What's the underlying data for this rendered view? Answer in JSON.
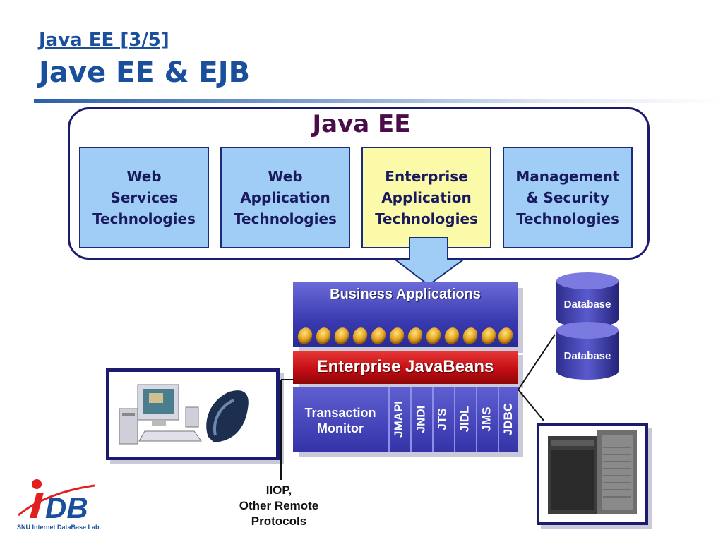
{
  "slide": {
    "subtitle": "Java EE [3/5]",
    "title": "Jave EE & EJB"
  },
  "javaee": {
    "label": "Java EE",
    "technologies": [
      "Web\nServices\nTechnologies",
      "Web\nApplication\nTechnologies",
      "Enterprise\nApplication\nTechnologies",
      "Management\n& Security\nTechnologies"
    ]
  },
  "stack": {
    "business_applications": "Business Applications",
    "enterprise_javabeans": "Enterprise JavaBeans",
    "transaction_monitor": "Transaction\nMonitor",
    "apis": [
      "JMAPI",
      "JNDI",
      "JTS",
      "JIDL",
      "JMS",
      "JDBC"
    ]
  },
  "databases": [
    "Database",
    "Database"
  ],
  "client": {
    "protocol_label": "IIOP,\nOther Remote\nProtocols"
  },
  "logo": {
    "text": "DB",
    "caption": "SNU Internet DataBase Lab."
  },
  "colors": {
    "title_blue": "#1a4f9b",
    "tech_box_blue": "#9fcdf6",
    "tech_box_yellow": "#fafaa8",
    "ejb_red": "#c40e14",
    "stack_purple": "#3a3ab0"
  }
}
